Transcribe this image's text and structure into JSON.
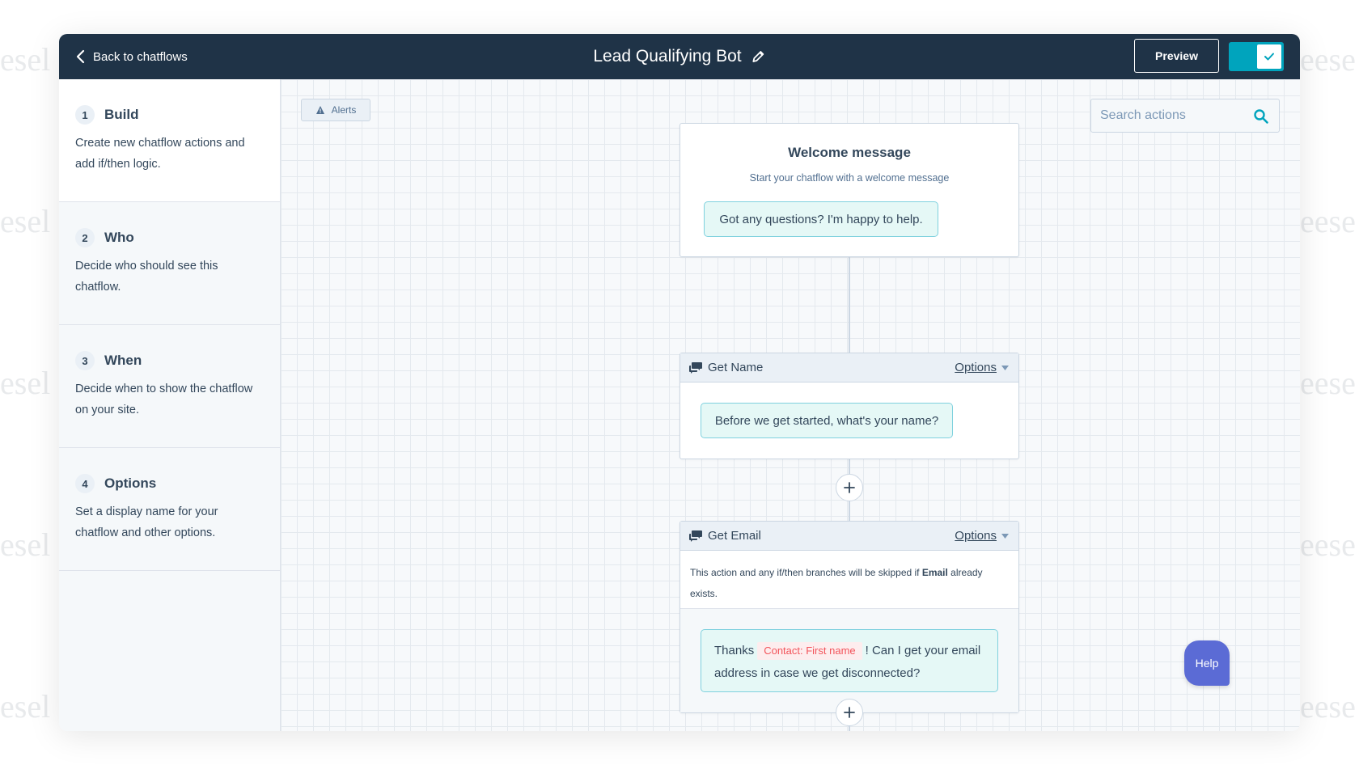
{
  "watermark": {
    "left_text": "esel",
    "right_text": "eese"
  },
  "topbar": {
    "back_label": "Back to chatflows",
    "title": "Lead Qualifying Bot",
    "preview_label": "Preview",
    "enabled": true
  },
  "sidebar": {
    "steps": [
      {
        "num": "1",
        "title": "Build",
        "desc": "Create new chatflow actions and add if/then logic."
      },
      {
        "num": "2",
        "title": "Who",
        "desc": "Decide who should see this chatflow."
      },
      {
        "num": "3",
        "title": "When",
        "desc": "Decide when to show the chatflow on your site."
      },
      {
        "num": "4",
        "title": "Options",
        "desc": "Set a display name for your chatflow and other options."
      }
    ]
  },
  "canvas": {
    "alerts_label": "Alerts",
    "search": {
      "placeholder": "Search actions",
      "value": ""
    },
    "welcome": {
      "title": "Welcome message",
      "subtitle": "Start your chatflow with a welcome message",
      "bubble": "Got any questions? I'm happy to help."
    },
    "get_name": {
      "label": "Get Name",
      "options_label": "Options",
      "bubble": "Before we get started, what's your name?"
    },
    "get_email": {
      "label": "Get Email",
      "options_label": "Options",
      "note_before": "This action and any if/then branches will be skipped if ",
      "note_bold": "Email",
      "note_after": " already exists.",
      "bubble_before": "Thanks",
      "token": "Contact: First name",
      "bubble_after": "! Can I get your email address in case we get disconnected?"
    }
  },
  "help_label": "Help",
  "colors": {
    "topbar": "#1f3347",
    "accent": "#00a4bd",
    "bubble_bg": "#e5f8f6",
    "bubble_border": "#7fd1de",
    "token_text": "#f2545b",
    "help": "#5b6bd5"
  }
}
